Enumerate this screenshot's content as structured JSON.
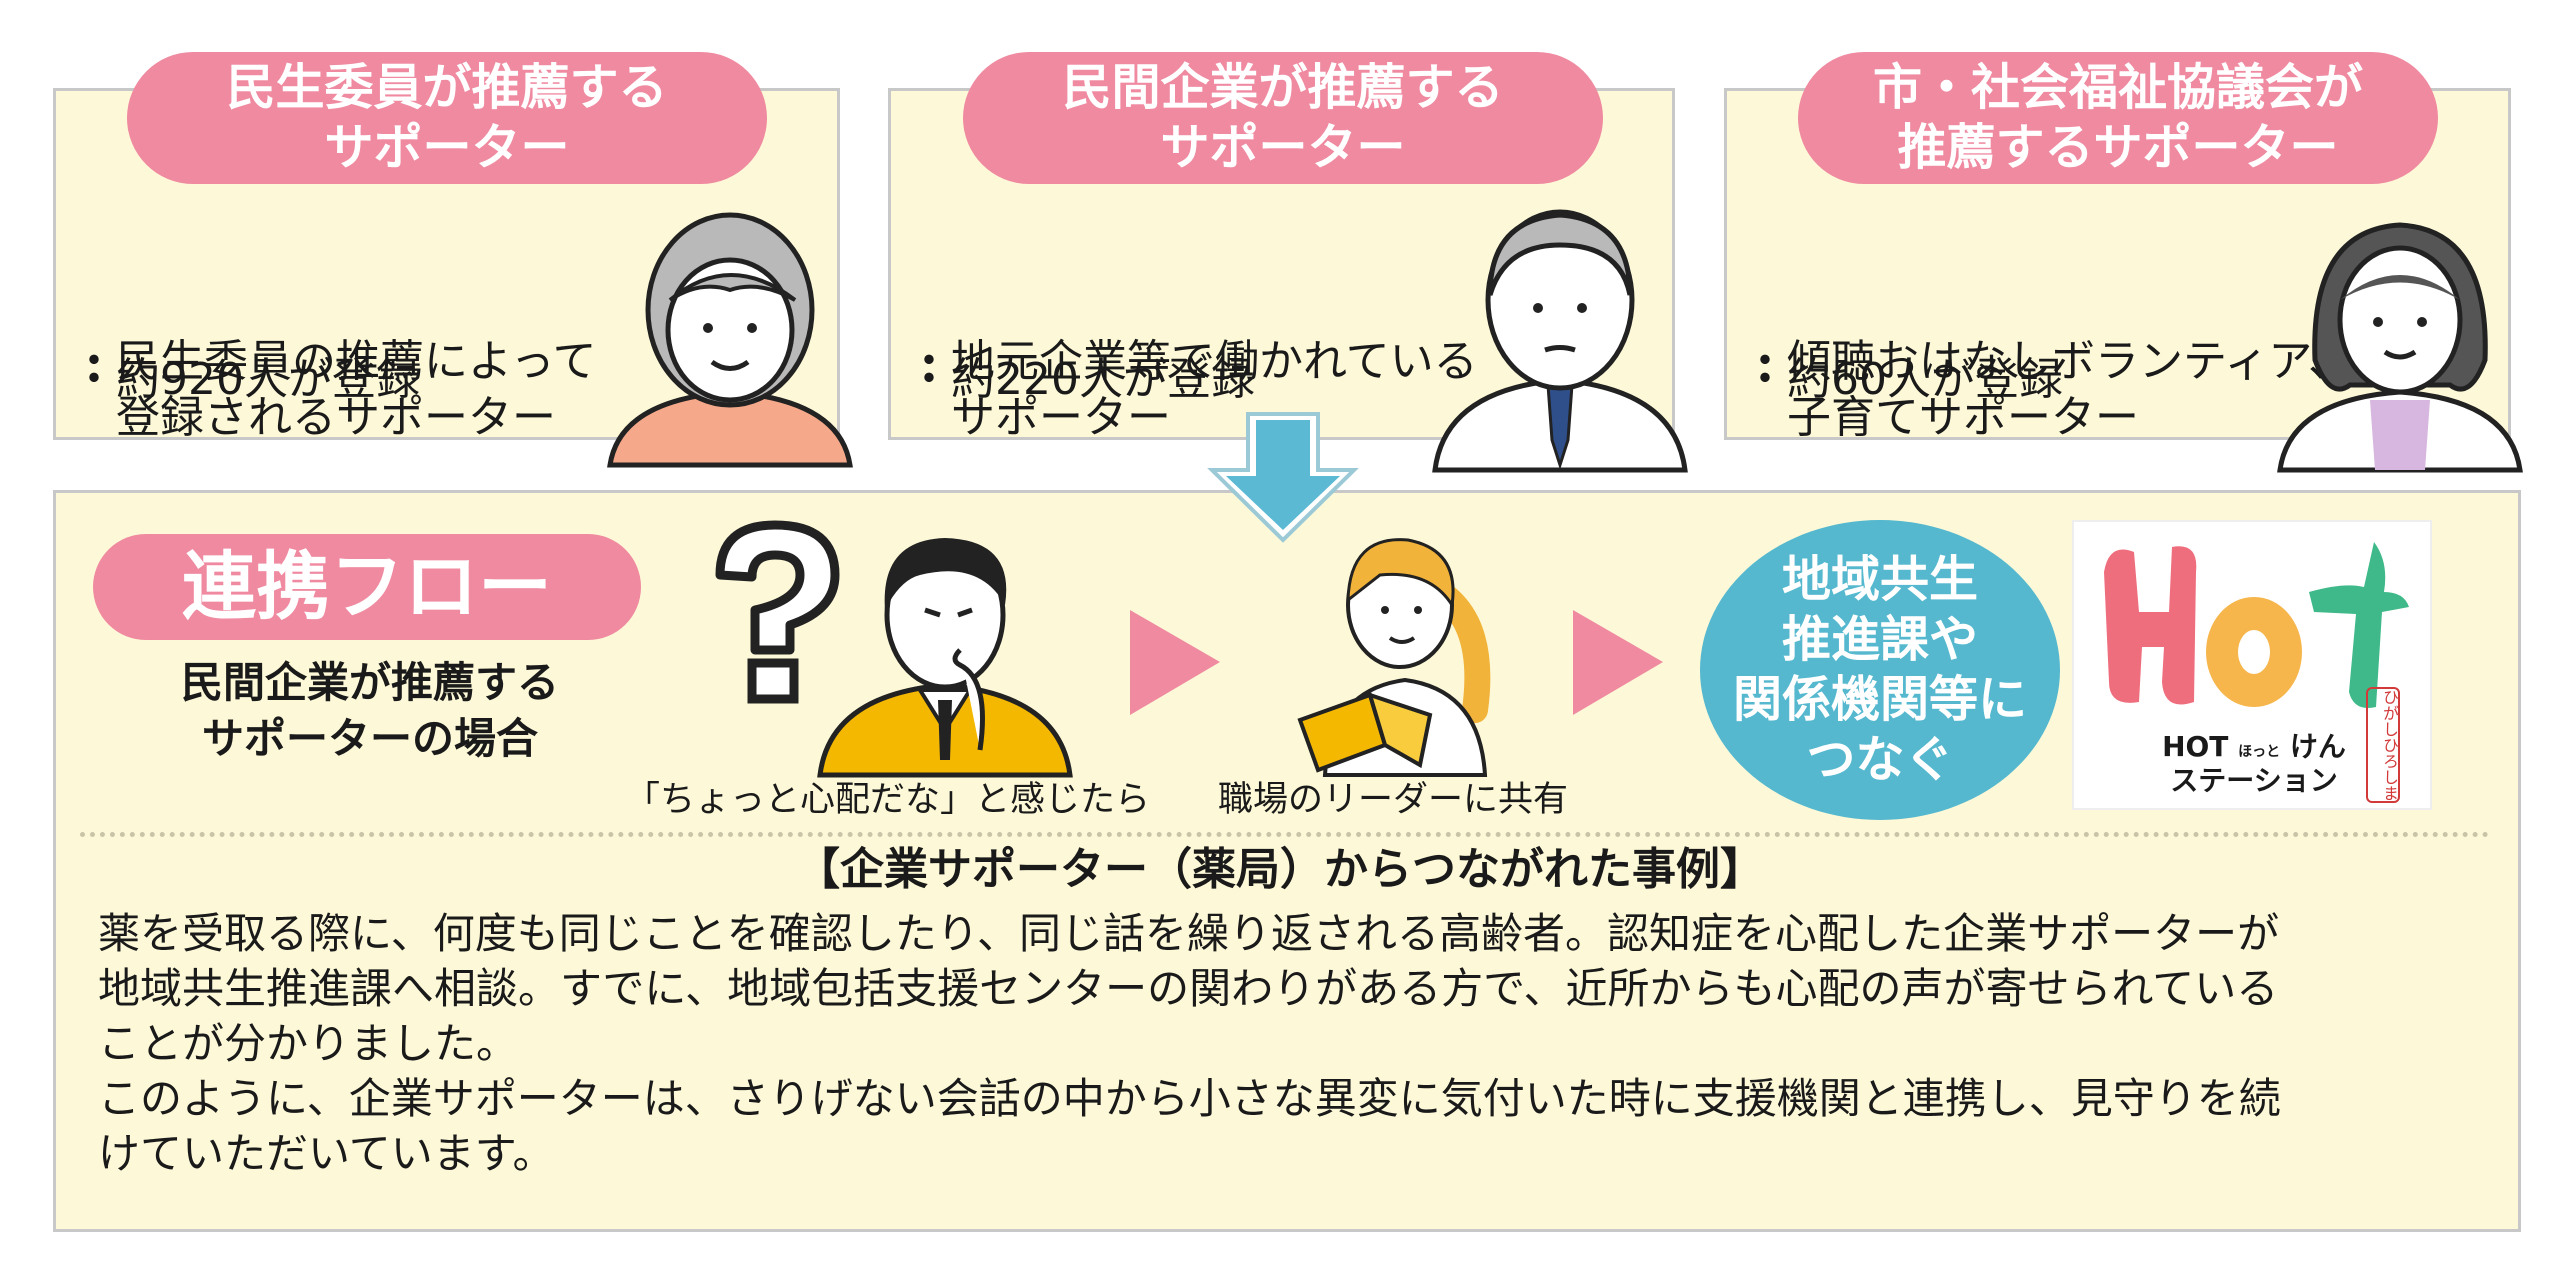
{
  "cards": [
    {
      "title_lines": [
        "民生委員が推薦する",
        "サポーター"
      ],
      "bullet1_lines": [
        "・民生委員の推薦によって",
        "　登録されるサポーター"
      ],
      "bullet2": "・約920人が登録"
    },
    {
      "title_lines": [
        "民間企業が推薦する",
        "サポーター"
      ],
      "bullet1_lines": [
        "・地元企業等で働かれている",
        "　サポーター"
      ],
      "bullet2": "・約220人が登録"
    },
    {
      "title_lines": [
        "市・社会福祉協議会が",
        "推薦するサポーター"
      ],
      "bullet1_lines": [
        "・傾聴おはなしボランティア、",
        "　子育てサポーター"
      ],
      "bullet2": "・約60人が登録"
    }
  ],
  "flow": {
    "title": "連携フロー",
    "subtitle_lines": [
      "民間企業が推薦する",
      "サポーターの場合"
    ],
    "step1_caption": "「ちょっと心配だな」と感じたら",
    "step2_caption": "職場のリーダーに共有",
    "step3_lines": [
      "地域共生",
      "推進課や",
      "関係機関等に",
      "つなぐ"
    ],
    "logo": {
      "line1_main": "HOT",
      "line1_small": "ほっと",
      "line1_end": "けん",
      "line2": "ステーション",
      "stamp": "ひがしひろしま"
    }
  },
  "case": {
    "title": "【企業サポーター（薬局）からつながれた事例】",
    "lines": [
      "薬を受取る際に、何度も同じことを確認したり、同じ話を繰り返される高齢者。認知症を心配した企業サポーターが",
      "地域共生推進課へ相談。すでに、地域包括支援センターの関わりがある方で、近所からも心配の声が寄せられている",
      "ことが分かりました。",
      "このように、企業サポーターは、さりげない会話の中から小さな異変に気付いた時に支援機関と連携し、見守りを続",
      "けていただいています。"
    ]
  },
  "colors": {
    "pink": "#ef8aa0",
    "cream": "#fdf9d8",
    "teal": "#55b8cf",
    "arrow_blue": "#5bb9d3",
    "business_yellow": "#f5b800"
  },
  "icons": [
    "question-mark-icon",
    "down-arrow-icon",
    "right-triangle-icon",
    "hot-station-logo"
  ]
}
